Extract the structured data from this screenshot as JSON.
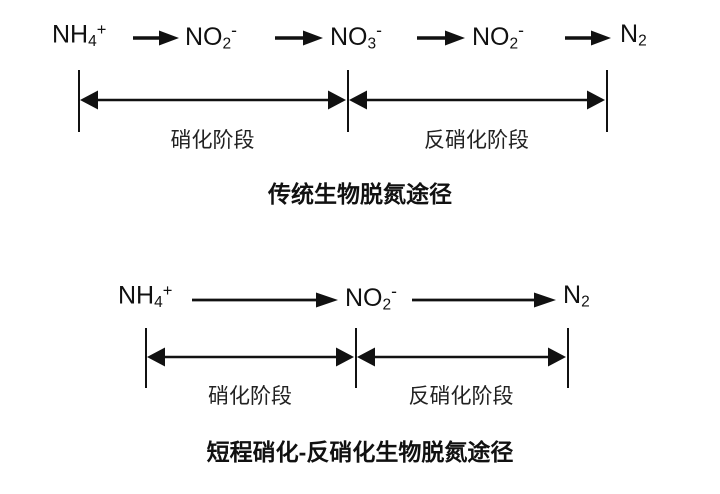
{
  "figure": {
    "background_color": "#ffffff",
    "ink_color": "#111111"
  },
  "diagrams": [
    {
      "id": "traditional-pathway",
      "caption": "传统生物脱氮途径",
      "species": [
        {
          "label": "NH4+",
          "base": "NH",
          "sub": "4",
          "sup": "+"
        },
        {
          "label": "NO2-",
          "base": "NO",
          "sub": "2",
          "sup": "-"
        },
        {
          "label": "NO3-",
          "base": "NO",
          "sub": "3",
          "sup": "-"
        },
        {
          "label": "NO2-",
          "base": "NO",
          "sub": "2",
          "sup": "-"
        },
        {
          "label": "N2",
          "base": "N",
          "sub": "2",
          "sup": ""
        }
      ],
      "reaction_arrow_count": 4,
      "stages": [
        {
          "label": "硝化阶段"
        },
        {
          "label": "反硝化阶段"
        }
      ]
    },
    {
      "id": "shortcut-pathway",
      "caption": "短程硝化-反硝化生物脱氮途径",
      "species": [
        {
          "label": "NH4+",
          "base": "NH",
          "sub": "4",
          "sup": "+"
        },
        {
          "label": "NO2-",
          "base": "NO",
          "sub": "2",
          "sup": "-"
        },
        {
          "label": "N2",
          "base": "N",
          "sub": "2",
          "sup": ""
        }
      ],
      "reaction_arrow_count": 2,
      "stages": [
        {
          "label": "硝化阶段"
        },
        {
          "label": "反硝化阶段"
        }
      ]
    }
  ]
}
